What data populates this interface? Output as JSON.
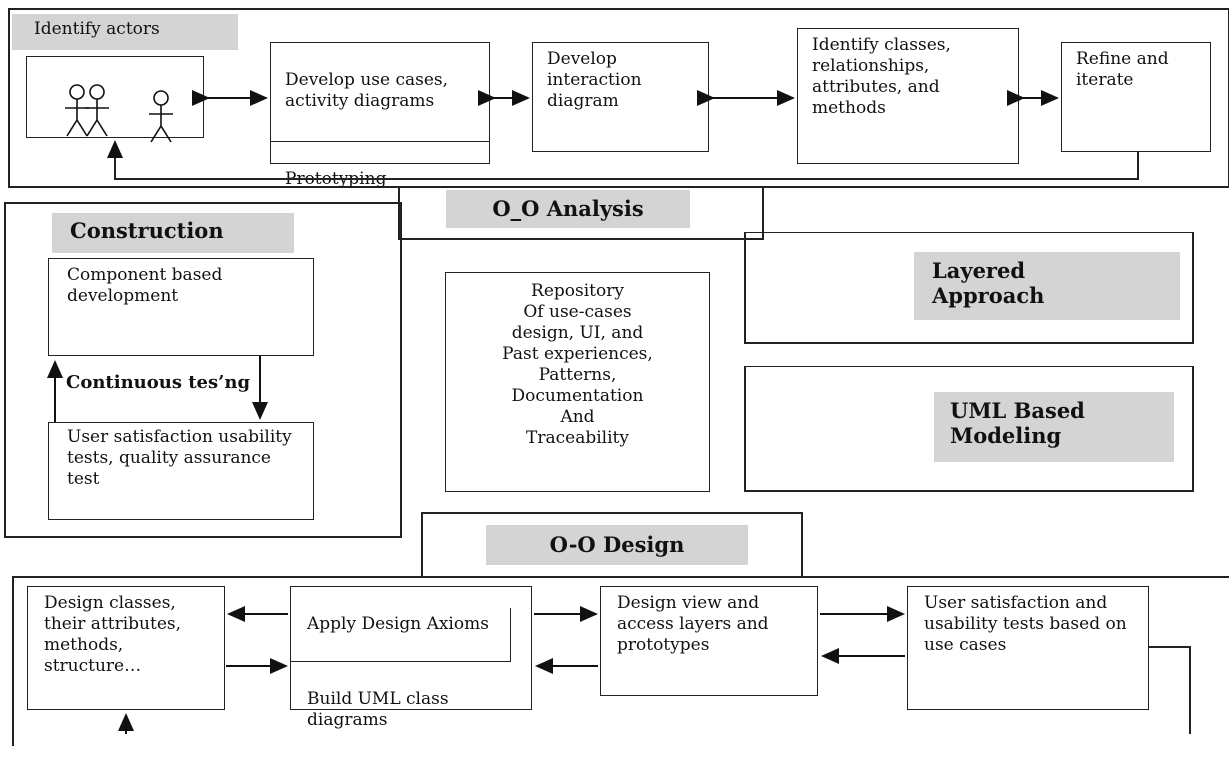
{
  "analysis": {
    "title": "O_O Analysis",
    "identify_actors": "Identify actors",
    "use_cases": "Develop use cases, activity diagrams",
    "prototyping": "Prototyping",
    "interaction": "Develop interaction diagram",
    "classes": "Identify classes, relationships, attributes, and methods",
    "refine": "Refine and iterate"
  },
  "construction": {
    "title": "Construction",
    "component": "Component based development",
    "continuous_testing": "Continuous tes’ng",
    "user_satisfaction": "User satisfaction usability tests, quality assurance test"
  },
  "repository": {
    "text": "Repository\nOf use-cases\ndesign, UI, and\nPast experiences,\nPatterns,\nDocumentation\nAnd\nTraceability"
  },
  "layered": {
    "title": "Layered\nApproach"
  },
  "uml": {
    "title": "UML Based\nModeling"
  },
  "design": {
    "title": "O-O Design",
    "design_classes": "Design classes, their attributes, methods, structure…",
    "apply_axioms": "Apply Design Axioms",
    "build_uml": "Build UML class diagrams",
    "design_view": "Design view and access layers and prototypes",
    "user_satisfaction": "User satisfaction and usability tests based on use cases"
  }
}
